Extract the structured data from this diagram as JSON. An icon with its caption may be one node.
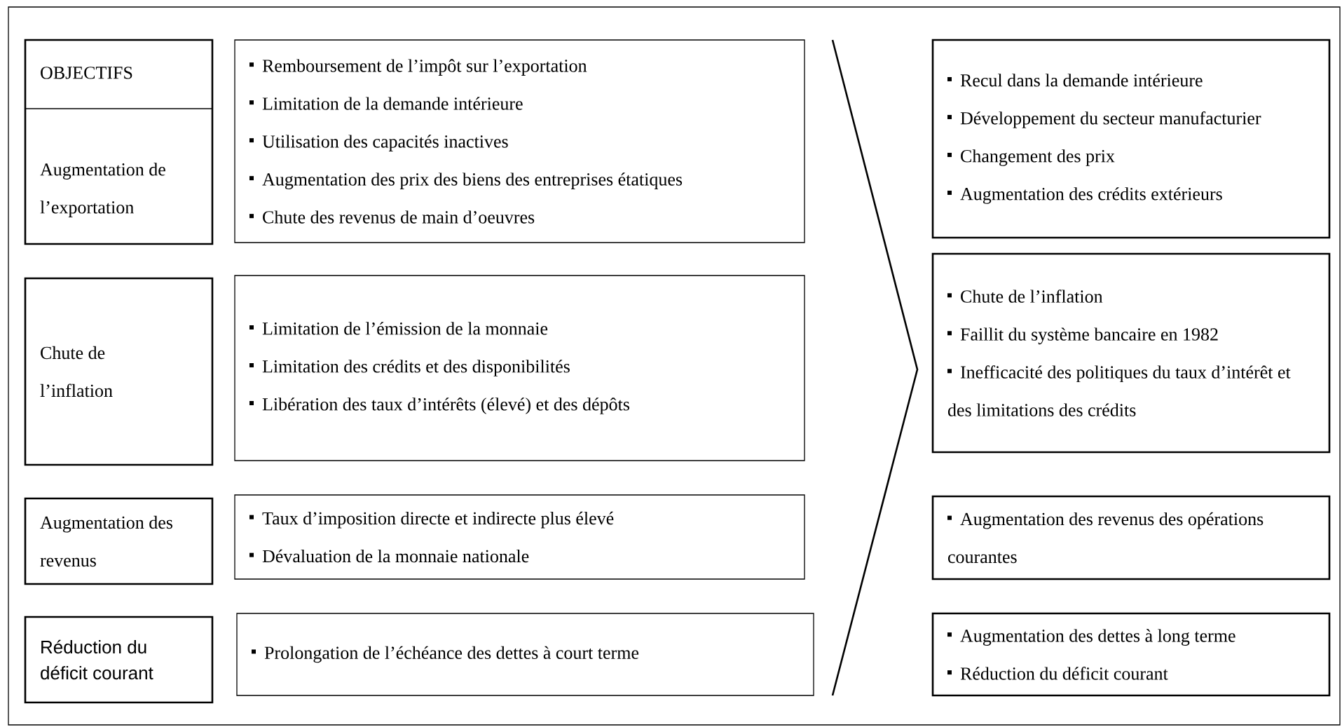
{
  "diagram": {
    "nodes": [
      {
        "text": [
          "OBJECTIFS",
          "Augmentation de l’exportation"
        ]
      },
      {
        "text": [
          "Remboursement de l’impôt sur l’exportation",
          "Limitation de la demande intérieure",
          "Utilisation des capacités inactives",
          "Augmentation des prix des biens des entreprises étatiques",
          "Chute des revenus de main d’oeuvres"
        ]
      },
      {
        "text": [
          "Recul dans la demande intérieure",
          "Développement du secteur manufacturier",
          "Changement des prix",
          "Augmentation des crédits extérieurs"
        ]
      },
      {
        "text": [
          "Chute de l’inflation"
        ]
      },
      {
        "text": [
          "Limitation de l’émission de la monnaie",
          "Limitation des crédits et des disponibilités",
          "Libération des taux d’intérêts (élevé) et des dépôts"
        ]
      },
      {
        "text": [
          "Chute de l’inflation",
          "Faillit du système bancaire en 1982",
          "Inefficacité des politiques du taux d’intérêt et des limitations des crédits"
        ]
      },
      {
        "text": [
          "Augmentation des revenus"
        ]
      },
      {
        "text": [
          "Taux d’imposition directe et indirecte plus élevé",
          "Dévaluation de la monnaie nationale"
        ]
      },
      {
        "text": [
          "Augmentation des revenus des opérations courantes"
        ]
      },
      {
        "text": [
          "Réduction du déficit courant"
        ]
      },
      {
        "text": [
          "Prolongation de l’échéance des dettes à court terme"
        ]
      },
      {
        "text": [
          "Augmentation des dettes à long terme",
          "Réduction du déficit courant"
        ]
      }
    ]
  }
}
